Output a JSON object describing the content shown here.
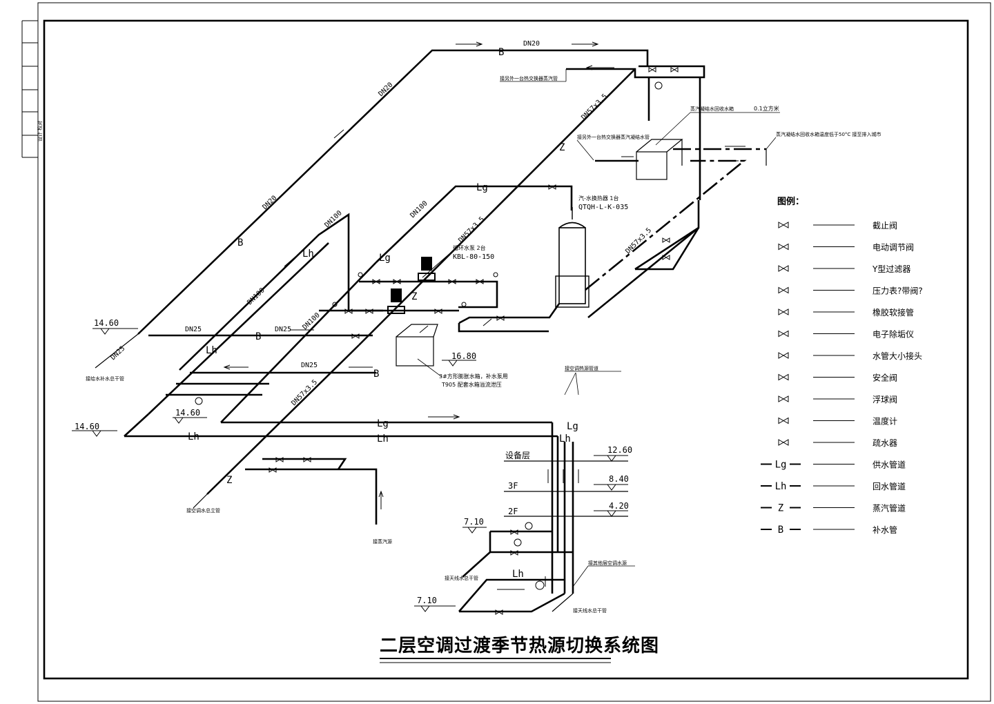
{
  "title": "二层空调过渡季节热源切换系统图",
  "legend": {
    "heading": "图例：",
    "items": [
      {
        "symbol": "",
        "label": "截止阀"
      },
      {
        "symbol": "",
        "label": "电动调节阀"
      },
      {
        "symbol": "",
        "label": "Y型过滤器"
      },
      {
        "symbol": "",
        "label": "压力表?带阀?"
      },
      {
        "symbol": "",
        "label": "橡胶软接管"
      },
      {
        "symbol": "",
        "label": "电子除垢仪"
      },
      {
        "symbol": "",
        "label": "水管大小接头"
      },
      {
        "symbol": "",
        "label": "安全阀"
      },
      {
        "symbol": "",
        "label": "浮球阀"
      },
      {
        "symbol": "",
        "label": "温度计"
      },
      {
        "symbol": "",
        "label": "疏水器"
      },
      {
        "symbol": "Lg",
        "label": "供水管道"
      },
      {
        "symbol": "Lh",
        "label": "回水管道"
      },
      {
        "symbol": "Z",
        "label": "蒸汽管道"
      },
      {
        "symbol": "B",
        "label": "补水管"
      }
    ]
  },
  "pipe_tags": {
    "B": "B",
    "Lg": "Lg",
    "Lh": "Lh",
    "Z": "Z"
  },
  "sizes": {
    "dn20": "DN20",
    "dn25": "DN25",
    "dn100": "DN100",
    "dn57": "DN57x3.5"
  },
  "elevations": {
    "e1460": "14.60",
    "e1680": "16.80",
    "e1260": "12.60",
    "e840": "8.40",
    "e420": "4.20",
    "e710": "7.10"
  },
  "floors": {
    "equip": "设备层",
    "f3": "3F",
    "f2": "2F"
  },
  "equipment": {
    "pump_name": "循环水泵  2台",
    "pump_model": "KBL-80-150",
    "hx_name": "汽-水换热器  1台",
    "hx_model": "QTQH-L-K-035",
    "tank_volume": "0.1立方米",
    "tank_line1": "3#方形膨胀水箱，补水泵用",
    "tank_line2": "T905 配套水箱溢流泄压"
  },
  "notes": {
    "n1": "接另外一台热交换器蒸汽管",
    "n2": "接另外一台热交换器蒸汽凝结水管",
    "n3": "蒸汽凝结水回收水箱",
    "n4": "蒸汽凝结水回收水箱温度低于50°C 接至排入城市",
    "n5": "接给水补水总干管",
    "n6": "接空调水总立管",
    "n7": "接空调水总立管",
    "n8": "接蒸汽源",
    "n9": "接空调热源管道",
    "n10": "接天线水总干管",
    "n11": "接天线水总干管",
    "n12": "接其他层空调水源",
    "sidebar": "设计 校对"
  }
}
